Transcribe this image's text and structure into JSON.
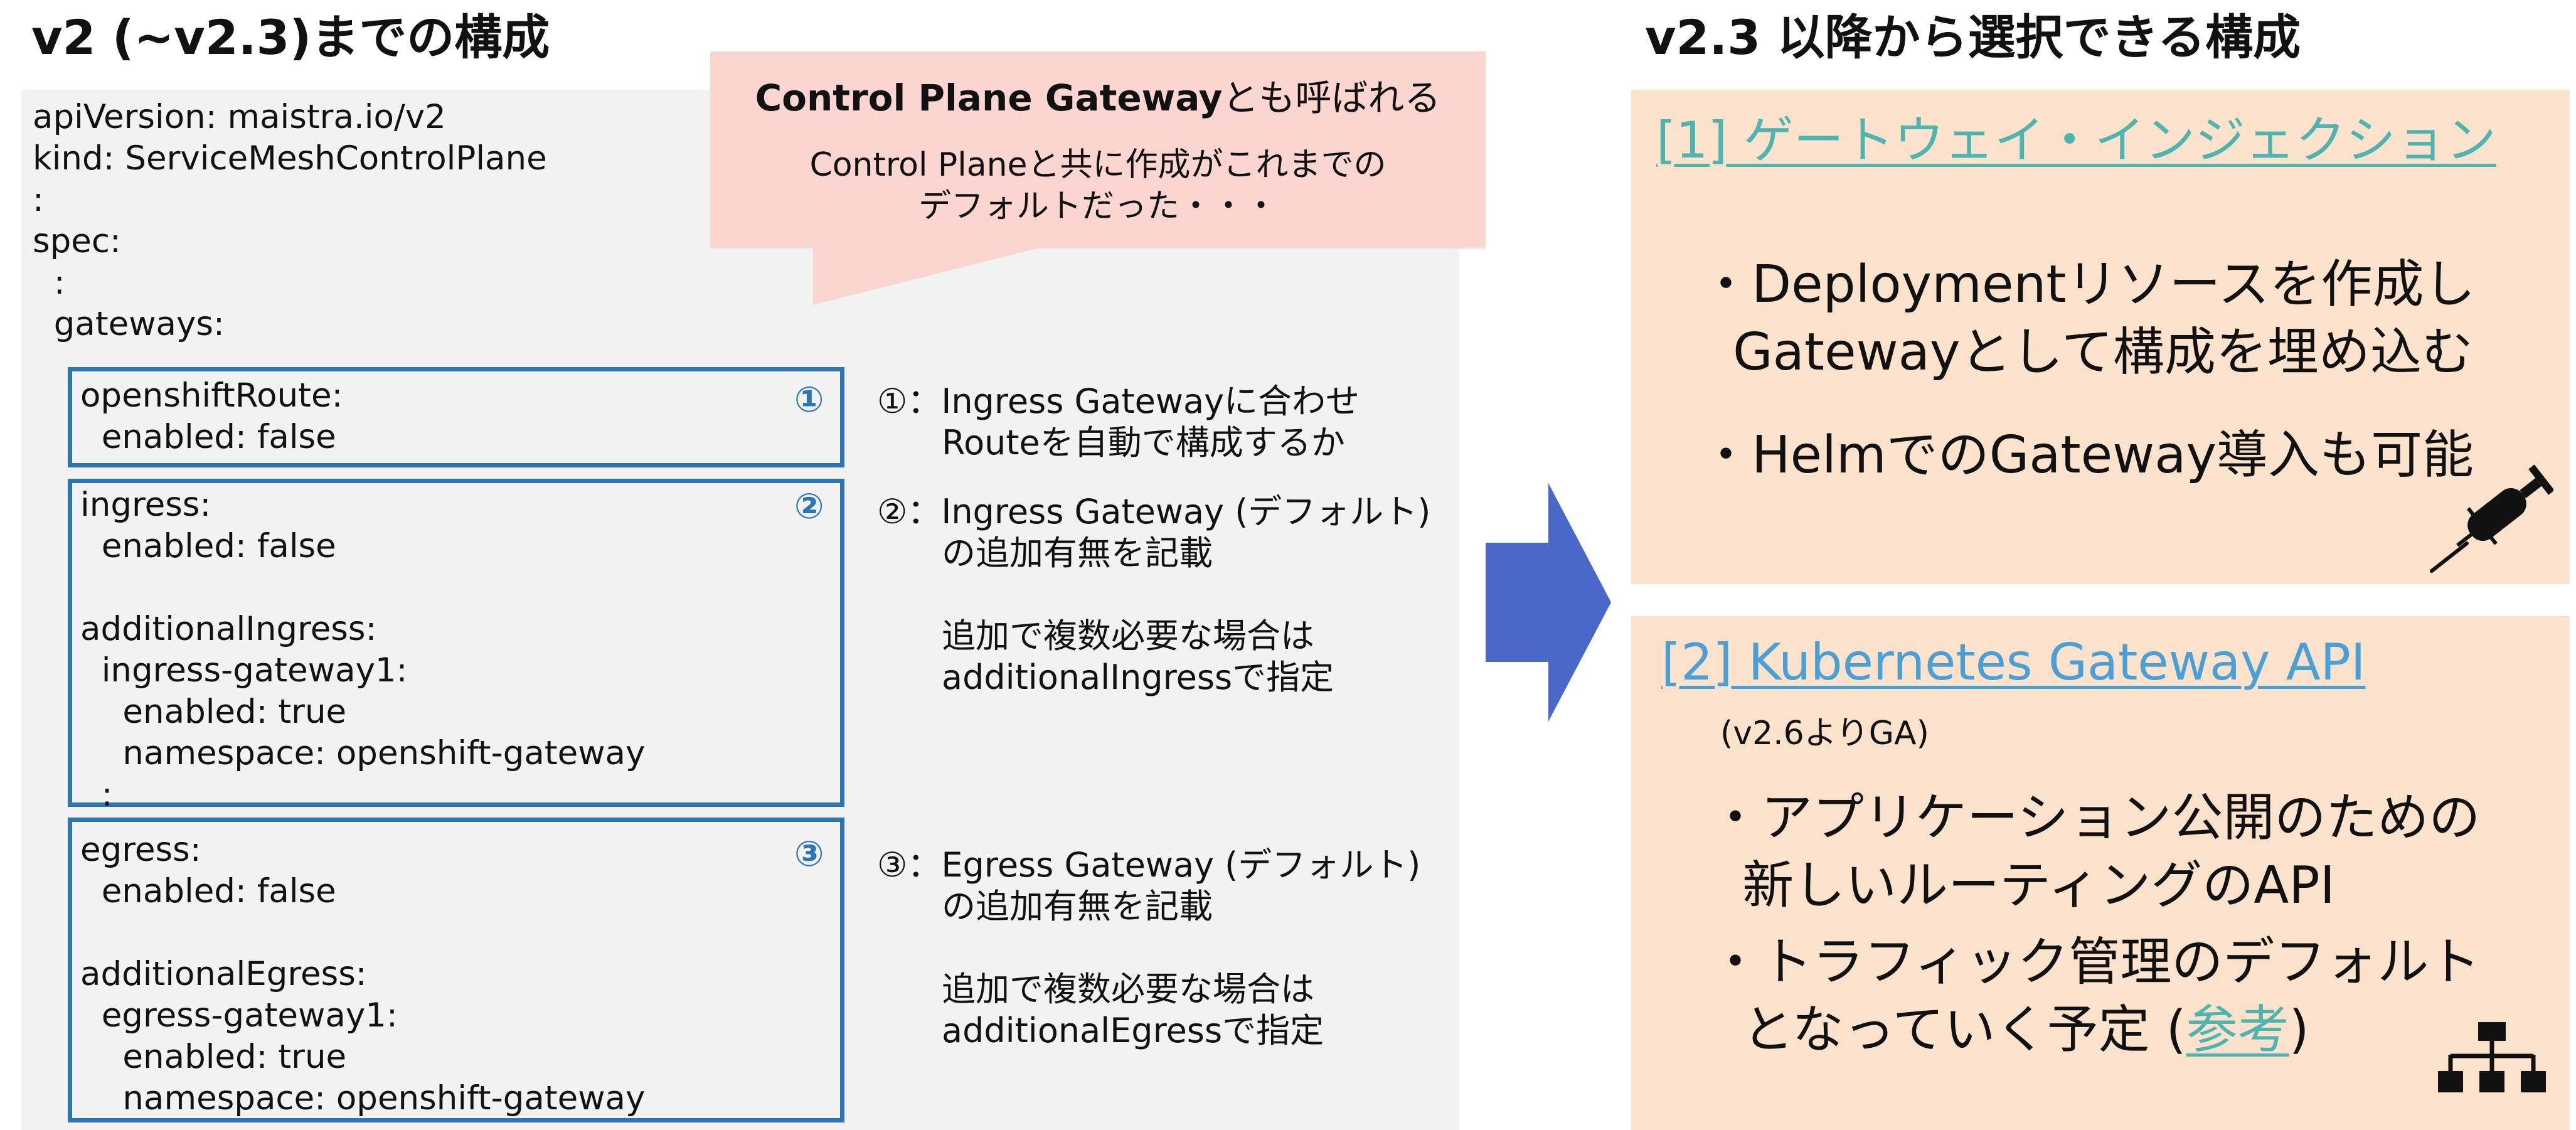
{
  "left": {
    "heading": "v2 (~v2.3)までの構成",
    "code_top": "apiVersion: maistra.io/v2\nkind: ServiceMeshControlPlane\n:\nspec:\n  :\n  gateways:",
    "box1": {
      "number": "①",
      "code": "openshiftRoute:\n  enabled: false"
    },
    "box2": {
      "number": "②",
      "code": "ingress:\n  enabled: false\n\nadditionalIngress:\n  ingress-gateway1:\n    enabled: true\n    namespace: openshift-gateway\n  :"
    },
    "box3": {
      "number": "③",
      "code": "egress:\n  enabled: false\n\nadditionalEgress:\n  egress-gateway1:\n    enabled: true\n    namespace: openshift-gateway"
    }
  },
  "callout": {
    "title_bold": "Control Plane Gateway",
    "title_rest": "とも呼ばれる",
    "body": "Control Planeと共に作成がこれまでの\nデフォルトだった・・・"
  },
  "notes": {
    "n1": "①：Ingress Gatewayに合わせ\n      Routeを自動で構成するか",
    "n2": "②：Ingress Gateway (デフォルト)\n      の追加有無を記載\n\n      追加で複数必要な場合は\n      additionalIngressで指定",
    "n3": "③：Egress Gateway (デフォルト)\n      の追加有無を記載\n\n      追加で複数必要な場合は\n      additionalEgressで指定"
  },
  "right": {
    "heading": "v2.3 以降から選択できる構成",
    "panel1": {
      "title": "[1] ゲートウェイ・インジェクション",
      "bullet1": "・Deploymentリソースを作成し\n  Gatewayとして構成を埋め込む",
      "bullet2": "・HelmでのGateway導入も可能",
      "icon": "syringe-icon"
    },
    "panel2": {
      "title": "[2] Kubernetes Gateway API",
      "note": "(v2.6よりGA)",
      "bullet1": "・アプリケーション公開のための\n  新しいルーティングのAPI",
      "bullet2_pre": "・トラフィック管理のデフォルト\n  となっていく予定 (",
      "bullet2_link": "参考",
      "bullet2_post": ")",
      "icon": "hierarchy-icon"
    }
  },
  "colors": {
    "box_border": "#2e75b6",
    "callout_bg": "#fbd6d1",
    "panel_bg": "#fbe2cc",
    "arrow": "#4a68c8",
    "link_teal": "#4fb3b0",
    "link_blue": "#4a9fd4"
  }
}
